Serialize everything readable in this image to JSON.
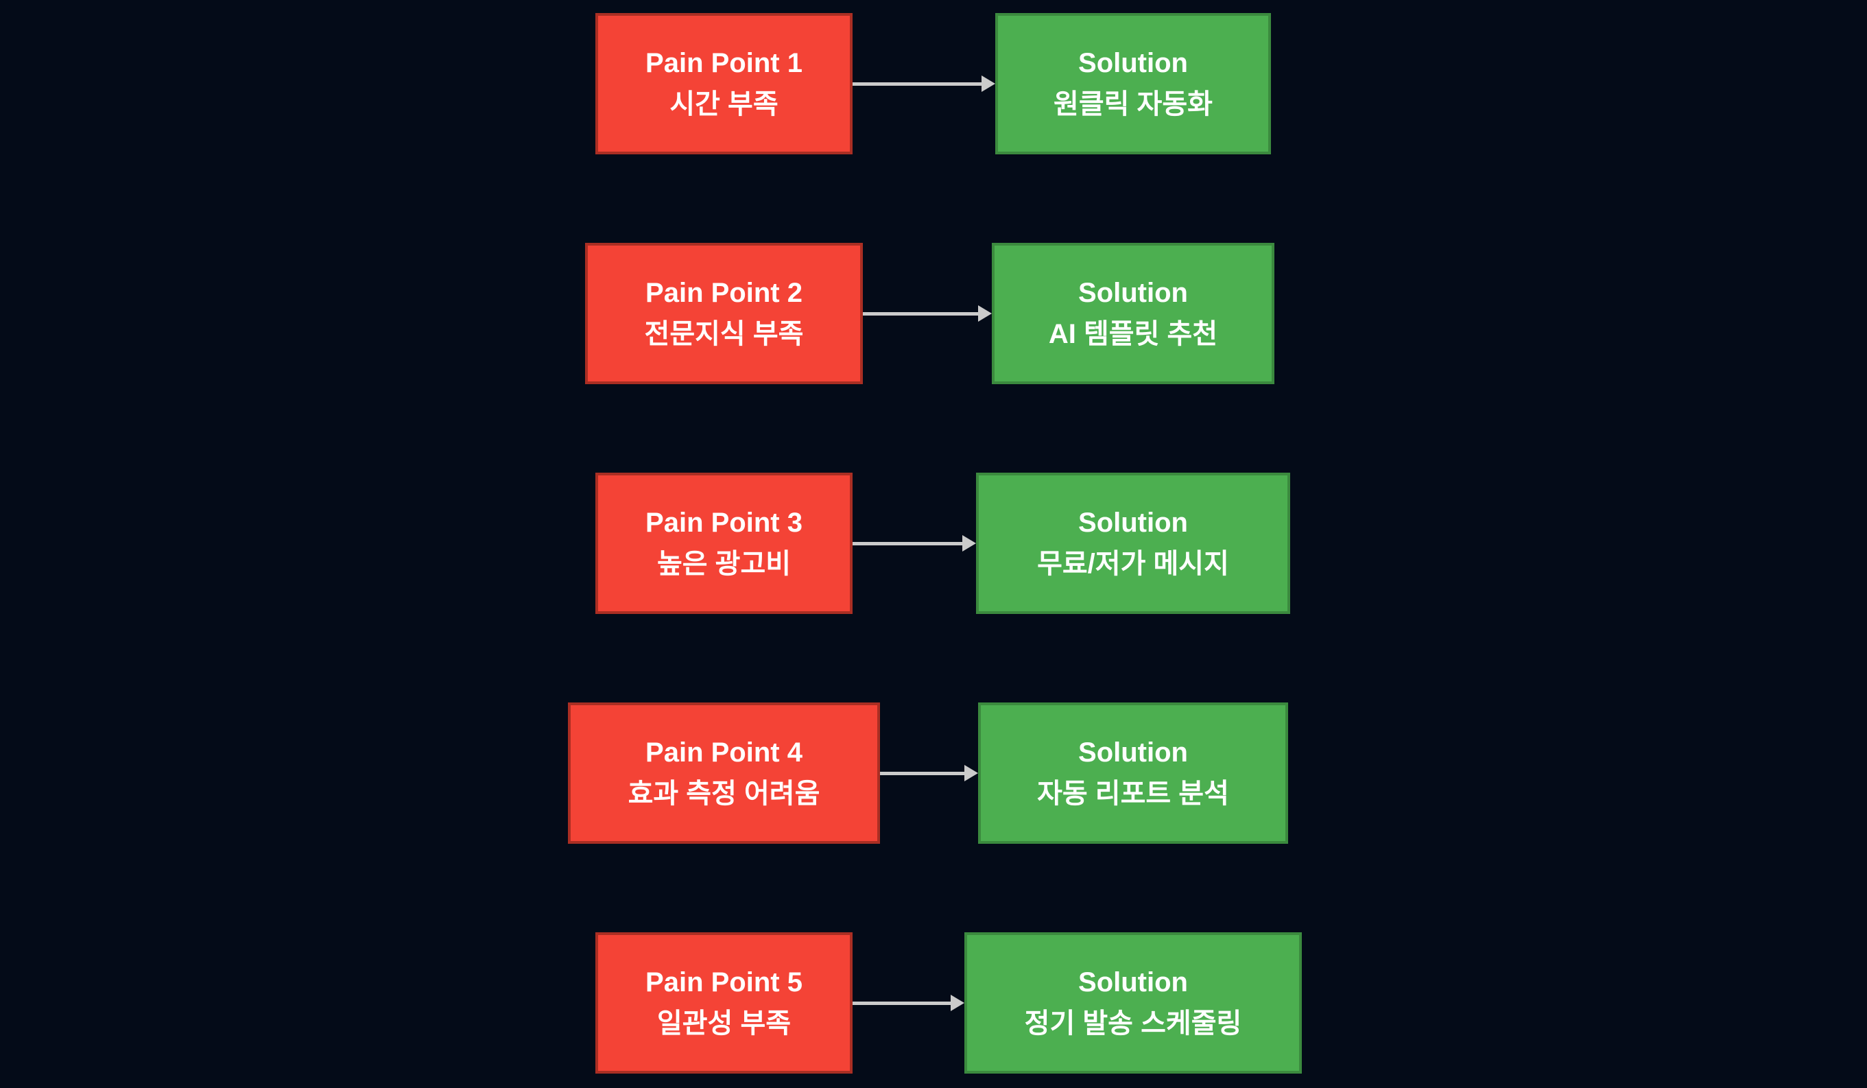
{
  "diagram": {
    "colors": {
      "background": "#040b18",
      "pain_fill": "#f44336",
      "pain_border": "#aa2e23",
      "solution_fill": "#4caf50",
      "solution_border": "#3b8a3e",
      "arrow": "#cbcbcb",
      "text": "#ffffff"
    },
    "rows": [
      {
        "pain": {
          "line1": "Pain Point 1",
          "line2": "시간 부족"
        },
        "solution": {
          "line1": "Solution",
          "line2": "원클릭 자동화"
        }
      },
      {
        "pain": {
          "line1": "Pain Point 2",
          "line2": "전문지식 부족"
        },
        "solution": {
          "line1": "Solution",
          "line2": "AI 템플릿 추천"
        }
      },
      {
        "pain": {
          "line1": "Pain Point 3",
          "line2": "높은 광고비"
        },
        "solution": {
          "line1": "Solution",
          "line2": "무료/저가 메시지"
        }
      },
      {
        "pain": {
          "line1": "Pain Point 4",
          "line2": "효과 측정 어려움"
        },
        "solution": {
          "line1": "Solution",
          "line2": "자동 리포트 분석"
        }
      },
      {
        "pain": {
          "line1": "Pain Point 5",
          "line2": "일관성 부족"
        },
        "solution": {
          "line1": "Solution",
          "line2": "정기 발송 스케줄링"
        }
      }
    ]
  }
}
